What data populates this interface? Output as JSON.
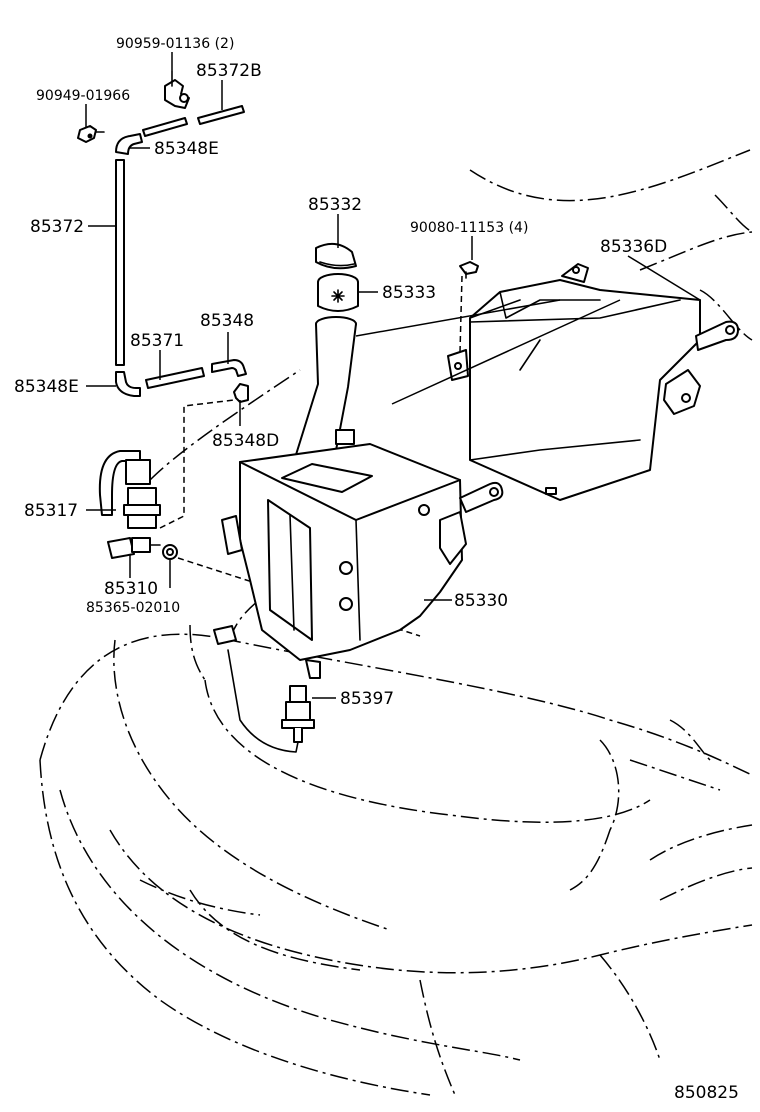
{
  "labels": {
    "p90959": "90959-01136 (2)",
    "p85372B": "85372B",
    "p90949": "90949-01966",
    "p85348E_top": "85348E",
    "p85372": "85372",
    "p85332": "85332",
    "p90080": "90080-11153 (4)",
    "p85336D": "85336D",
    "p85333": "85333",
    "p85348": "85348",
    "p85371": "85371",
    "p85348E_bot": "85348E",
    "p85348D": "85348D",
    "p85317": "85317",
    "p85310": "85310",
    "p85365": "85365-02010",
    "p85330": "85330",
    "p85397": "85397",
    "diagram_id": "850825"
  }
}
